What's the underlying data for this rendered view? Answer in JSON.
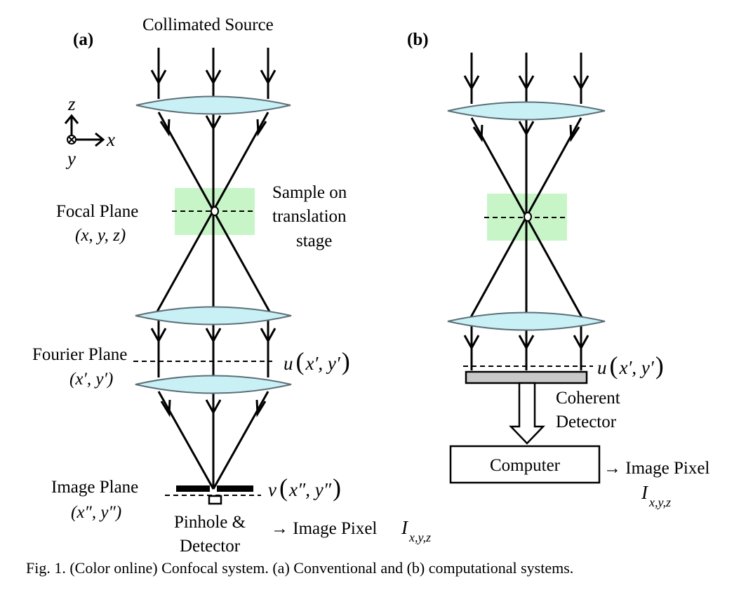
{
  "caption": "Fig. 1.   (Color online) Confocal system. (a) Conventional and (b) computational systems.",
  "colors": {
    "lens_fill": "#c9f1f5",
    "lens_outline": "#5c6f78",
    "sample_region": "#c8f5c8",
    "detector_bar": "#c8c8c8"
  },
  "axes": {
    "z": "z",
    "x": "x",
    "y": "y"
  },
  "panel_a": {
    "tag": "(a)",
    "source": "Collimated Source",
    "focal_plane": "Focal Plane",
    "focal_coords": "(x, y, z)",
    "sample_line1": "Sample on",
    "sample_line2": "translation",
    "sample_line3": "stage",
    "fourier_plane": "Fourier Plane",
    "fourier_coords": "(x′, y′)",
    "field_u": "u",
    "field_u_arg": "x′, y′",
    "image_plane": "Image Plane",
    "image_coords": "(x″, y″)",
    "field_v": "v",
    "field_v_arg": "x″, y″",
    "pinhole_line1": "Pinhole &",
    "pinhole_line2": "Detector",
    "output": "→ Image Pixel",
    "pixel_symbol": "I",
    "pixel_subscript": "x,y,z"
  },
  "panel_b": {
    "tag": "(b)",
    "field_u": "u",
    "field_u_arg": "x′, y′",
    "detector_line1": "Coherent",
    "detector_line2": "Detector",
    "computer": "Computer",
    "output": "→ Image Pixel",
    "pixel_symbol": "I",
    "pixel_subscript": "x,y,z"
  }
}
